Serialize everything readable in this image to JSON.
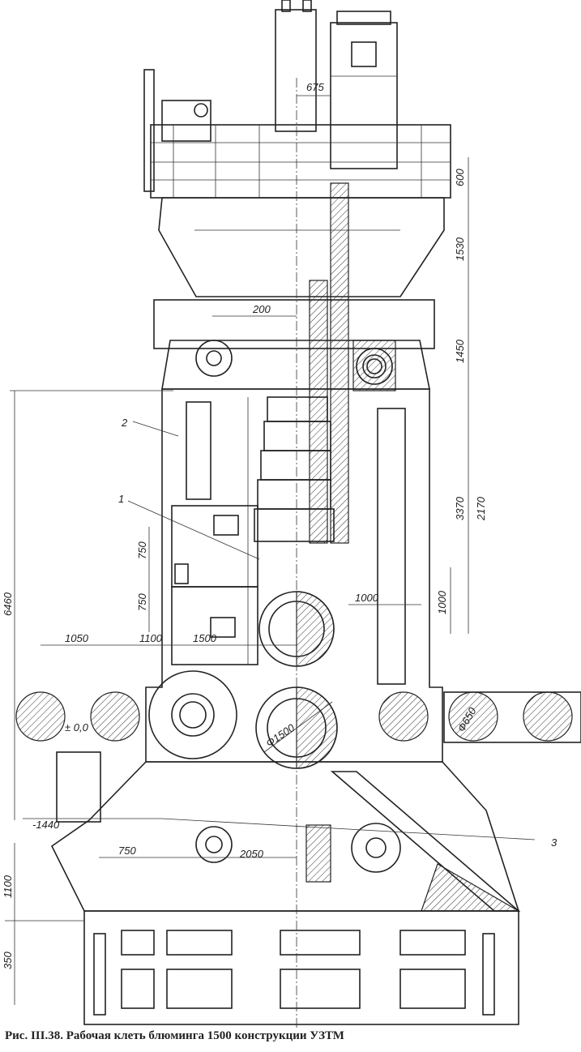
{
  "figure": {
    "caption": "Рис. III.38. Рабочая клеть блюминга 1500 конструкции УЗТМ"
  },
  "dimensions": {
    "d675": "675",
    "d600": "600",
    "d1530": "1530",
    "d200": "200",
    "d1450": "1450",
    "d3370": "3370",
    "d2170": "2170",
    "d6460": "6460",
    "d750a": "750",
    "d750b": "750",
    "d1000a": "1000",
    "d1000b": "1000",
    "d1050": "1050",
    "d1100": "1100",
    "d1500": "1500",
    "phi1500": "Ф1500",
    "phi650": "Ф650",
    "zero": "± 0,0",
    "minus1440": "-1440",
    "d750c": "750",
    "d2050": "2050",
    "d1100v": "1100",
    "d350": "350"
  },
  "callouts": {
    "c1": "1",
    "c2": "2",
    "c3": "3"
  }
}
